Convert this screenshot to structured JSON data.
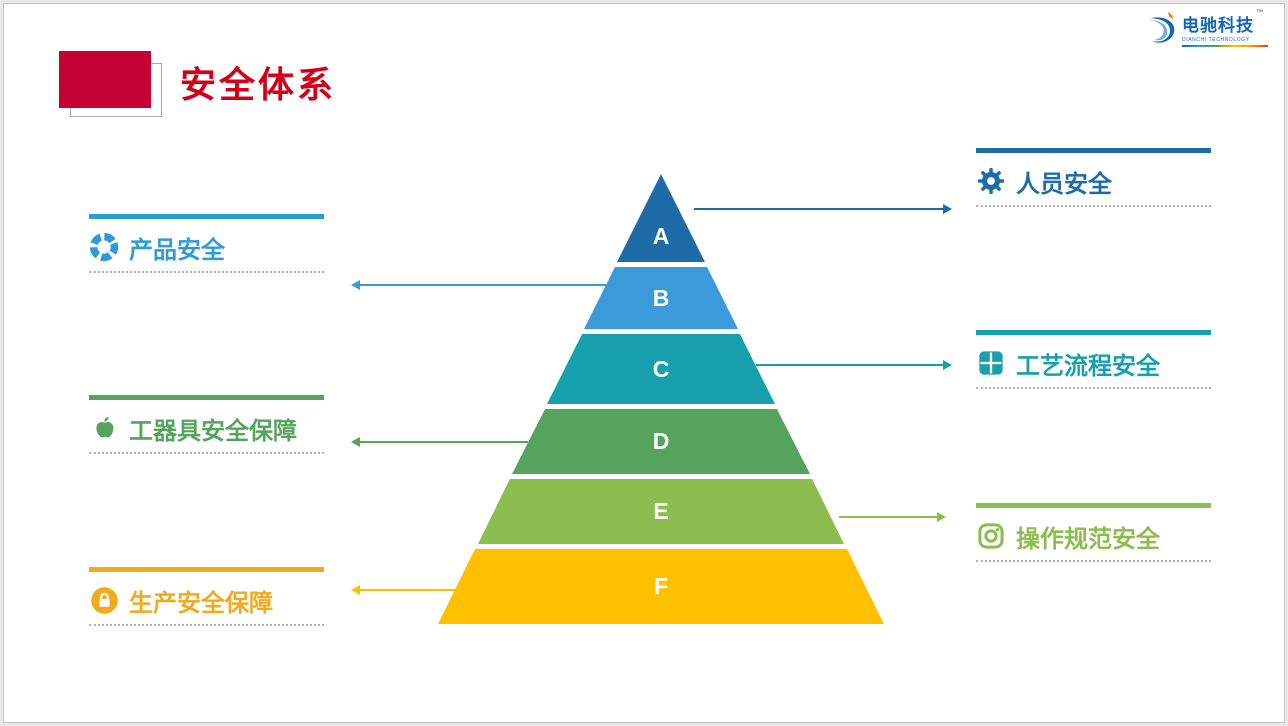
{
  "slide": {
    "title": "安全体系",
    "title_color": "#d0021b",
    "accent_color": "#c40233"
  },
  "logo": {
    "brand": "电驰科技",
    "trademark": "™",
    "caption": "DIANCHI TECHNOLOGY",
    "color": "#1465b3",
    "flame_color": "#f08300"
  },
  "pyramid": {
    "levels": [
      {
        "letter": "A",
        "color": "#1e6ca6"
      },
      {
        "letter": "B",
        "color": "#3b9ad9"
      },
      {
        "letter": "C",
        "color": "#17a0ab"
      },
      {
        "letter": "D",
        "color": "#55a35c"
      },
      {
        "letter": "E",
        "color": "#8cbd4e"
      },
      {
        "letter": "F",
        "color": "#ffc000"
      }
    ]
  },
  "labels": [
    {
      "text": "人员安全",
      "color": "#1e6ca6",
      "icon": "gear-icon",
      "side": "right"
    },
    {
      "text": "产品安全",
      "color": "#2e9bd6",
      "icon": "aperture-icon",
      "side": "left"
    },
    {
      "text": "工艺流程安全",
      "color": "#17a0ab",
      "icon": "window-grid-icon",
      "side": "right"
    },
    {
      "text": "工器具安全保障",
      "color": "#55a35c",
      "icon": "apple-icon",
      "side": "left"
    },
    {
      "text": "操作规范安全",
      "color": "#8cbd4e",
      "icon": "camera-icon",
      "side": "right"
    },
    {
      "text": "生产安全保障",
      "color": "#f2aa1d",
      "icon": "lock-icon",
      "side": "left"
    }
  ]
}
